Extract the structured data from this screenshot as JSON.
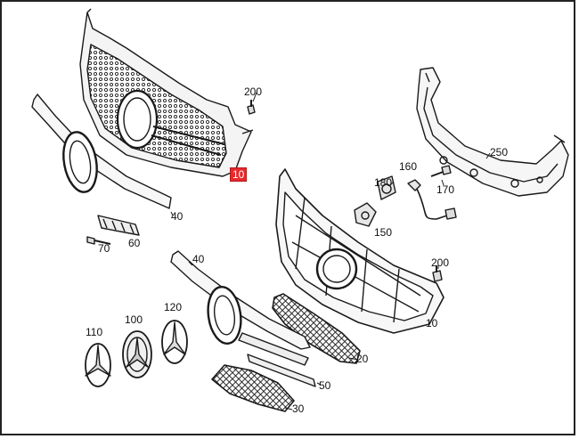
{
  "highlight_color": "#e8282b",
  "labels": {
    "p10_top": "10",
    "p40_top": "40",
    "p60": "60",
    "p70": "70",
    "p200_top": "200",
    "p250": "250",
    "p160": "160",
    "p180": "180",
    "p170": "170",
    "p150": "150",
    "p40_mid": "40",
    "p200_mid": "200",
    "p10_mid": "10",
    "p20": "20",
    "p110": "110",
    "p100": "100",
    "p120": "120",
    "p50": "50",
    "p30": "30"
  }
}
